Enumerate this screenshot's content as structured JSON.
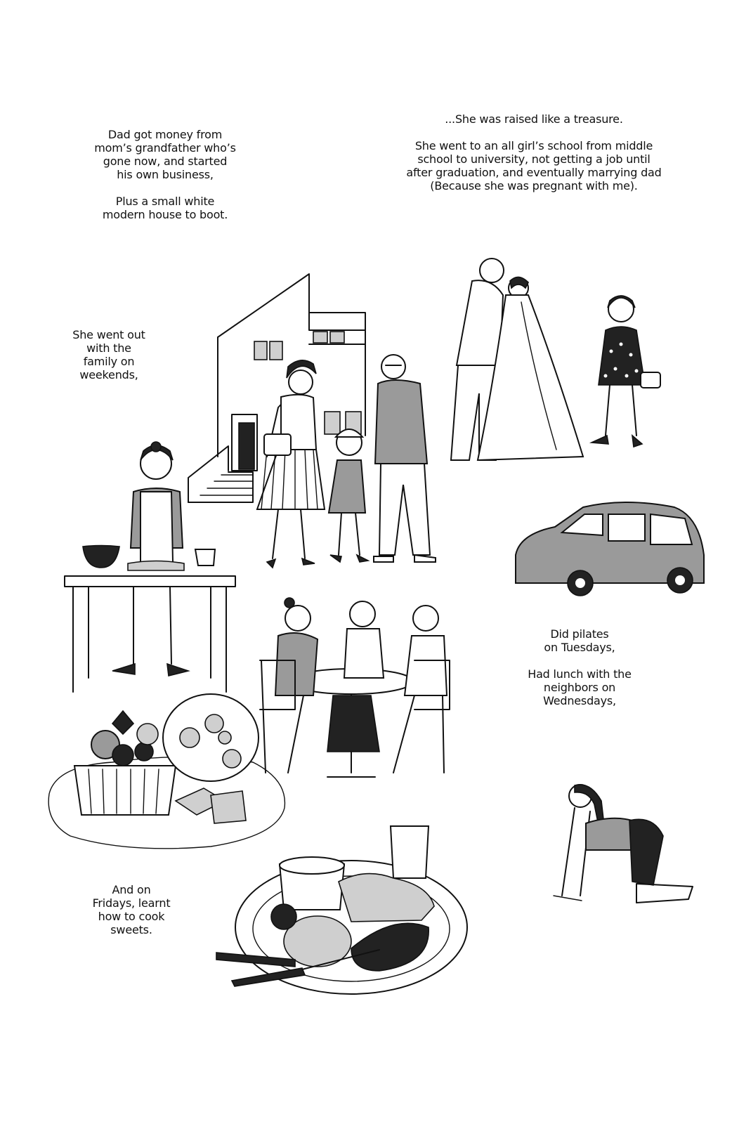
{
  "captions": {
    "dad_money": {
      "line1": "Dad got money from",
      "line2": "mom’s grandfather who’s",
      "line3": "gone now, and started",
      "line4": "his own business,",
      "line5": "Plus a small white",
      "line6": "modern house to boot."
    },
    "treasure": {
      "line1": "...She was raised like a treasure.",
      "line2": "She went to an all girl’s school from middle",
      "line3": "school to university, not getting a job until",
      "line4": "after graduation, and eventually marrying dad",
      "line5": "(Because she was pregnant with me)."
    },
    "weekends": {
      "line1": "She went out",
      "line2": "with the",
      "line3": "family on",
      "line4": "weekends,"
    },
    "pilates": {
      "line1": "Did pilates",
      "line2": "on Tuesdays,",
      "line3": "Had lunch with the",
      "line4": "neighbors on",
      "line5": "Wednesdays,"
    },
    "fridays": {
      "line1": "And on",
      "line2": "Fridays, learnt",
      "line3": "how to cook",
      "line4": "sweets."
    }
  }
}
